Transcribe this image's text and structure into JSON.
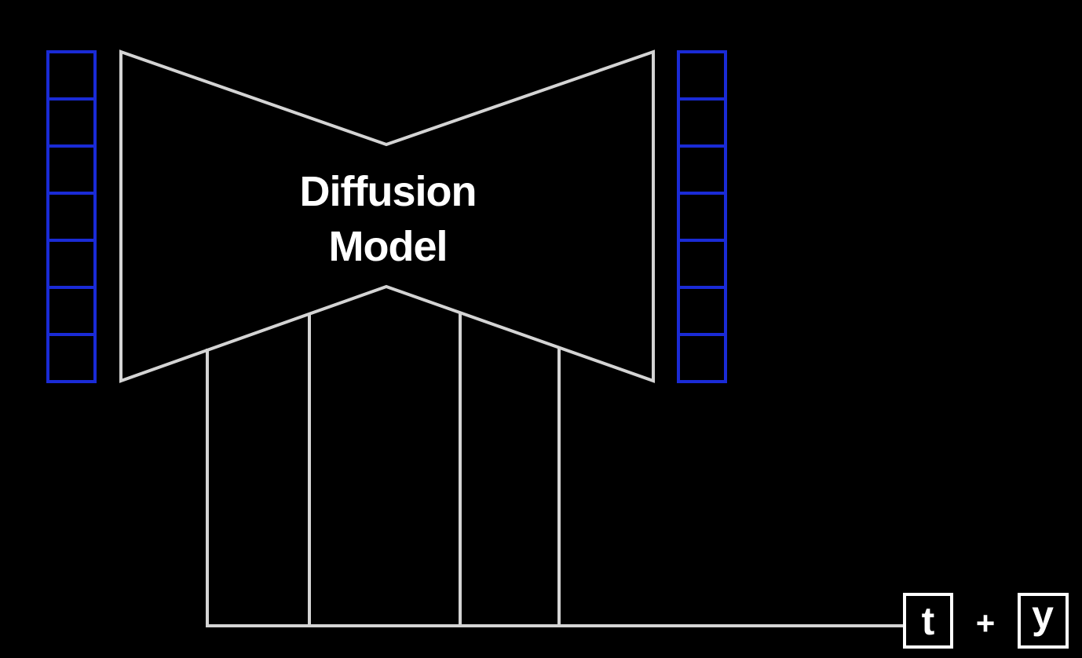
{
  "model": {
    "label_line1": "Diffusion",
    "label_line2": "Model"
  },
  "conditioning": {
    "t_label": "t",
    "plus_label": "+",
    "y_label": "y"
  },
  "input_vector": {
    "cells": 7
  },
  "output_vector": {
    "cells": 7
  },
  "colors": {
    "background": "#000000",
    "outline": "#d4d4d4",
    "vector": "#1a2bd6",
    "text": "#ffffff"
  }
}
